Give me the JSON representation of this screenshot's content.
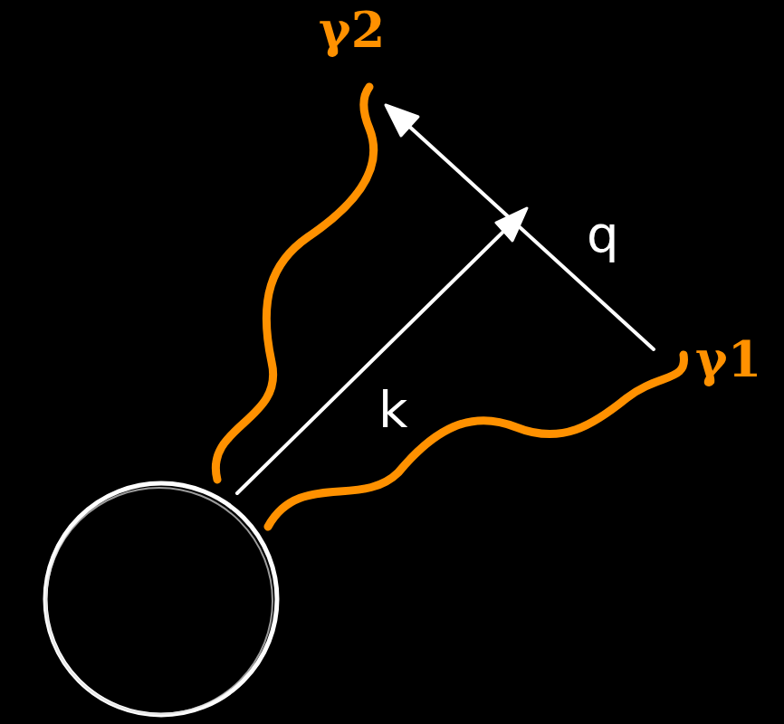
{
  "diagram": {
    "labels": [
      "γ2",
      "γ1",
      "k",
      "q"
    ]
  }
}
